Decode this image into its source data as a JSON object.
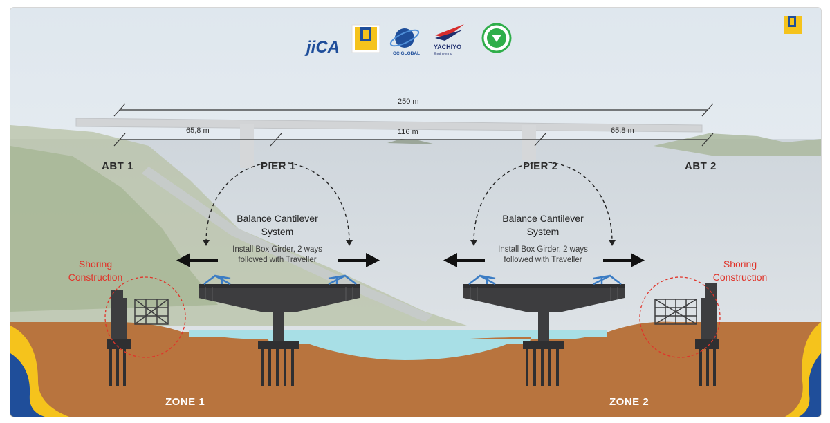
{
  "logos": {
    "jica": "jiCA",
    "oc_global": "OC GLOBAL",
    "yachiyo": "YACHIYO",
    "yachiyo_sub": "Engineering"
  },
  "dimensions": {
    "total_span": "250 m",
    "left_span": "65,8 m",
    "main_span": "116 m",
    "right_span": "65,8 m"
  },
  "locations": {
    "abt1": "ABT 1",
    "pier1": "PIER 1",
    "pier2": "PIER 2",
    "abt2": "ABT 2"
  },
  "left_system": {
    "title_line1": "Balance Cantilever",
    "title_line2": "System",
    "note_line1": "Install Box Girder, 2 ways",
    "note_line2": "followed with Traveller"
  },
  "right_system": {
    "title_line1": "Balance Cantilever",
    "title_line2": "System",
    "note_line1": "Install Box Girder, 2 ways",
    "note_line2": "followed with Traveller"
  },
  "shoring_left": {
    "line1": "Shoring",
    "line2": "Construction"
  },
  "shoring_right": {
    "line1": "Shoring",
    "line2": "Construction"
  },
  "zones": {
    "zone1": "ZONE 1",
    "zone2": "ZONE 2"
  },
  "colors": {
    "ground": "#b8743e",
    "water": "#a8dfe6",
    "structure": "#3d3d3f",
    "accent_blue": "#1f4e9a",
    "accent_yellow": "#f5c31c",
    "shoring_red": "#e0342a"
  }
}
